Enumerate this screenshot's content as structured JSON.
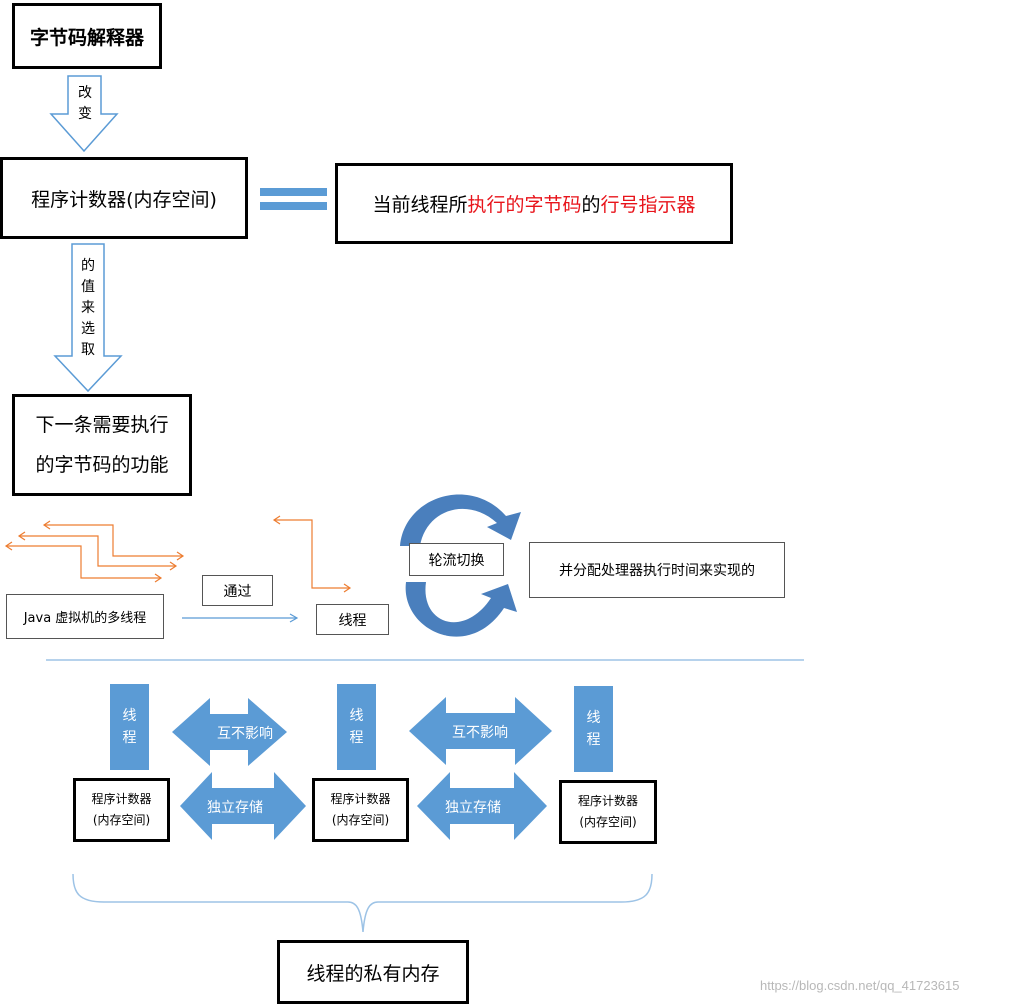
{
  "nodes": {
    "bytecode_interpreter": "字节码解释器",
    "pc_register": "程序计数器(内存空间)",
    "line_indicator_prefix": "当前线程所",
    "line_indicator_red1": "执行的字节码",
    "line_indicator_mid": "的",
    "line_indicator_red2": "行号指示器",
    "next_instruction_line1": "下一条需要执行",
    "next_instruction_line2": "的字节码的功能",
    "jvm_multithread": "Java 虚拟机的多线程",
    "via": "通过",
    "thread": "线程",
    "round_robin": "轮流切换",
    "allocate_time": "并分配处理器执行时间来实现的",
    "private_memory": "线程的私有内存"
  },
  "edge_labels": {
    "change": [
      "改",
      "变"
    ],
    "value_select": [
      "的",
      "值",
      "来",
      "选",
      "取"
    ]
  },
  "threads": [
    {
      "label": [
        "线",
        "程"
      ],
      "pc_line1": "程序计数器",
      "pc_line2": "(内存空间)"
    },
    {
      "label": [
        "线",
        "程"
      ],
      "pc_line1": "程序计数器",
      "pc_line2": "(内存空间)"
    },
    {
      "label": [
        "线",
        "程"
      ],
      "pc_line1": "程序计数器",
      "pc_line2": "(内存空间)"
    }
  ],
  "connectors": [
    {
      "top": "互不影响",
      "bottom": "独立存储"
    },
    {
      "top": "互不影响",
      "bottom": "独立存储"
    }
  ],
  "watermark": "https://blog.csdn.net/qq_41723615",
  "colors": {
    "blue": "#5b9bd5",
    "orange": "#ed7d31",
    "red": "#e8141b",
    "divider": "#9dc3e6"
  }
}
